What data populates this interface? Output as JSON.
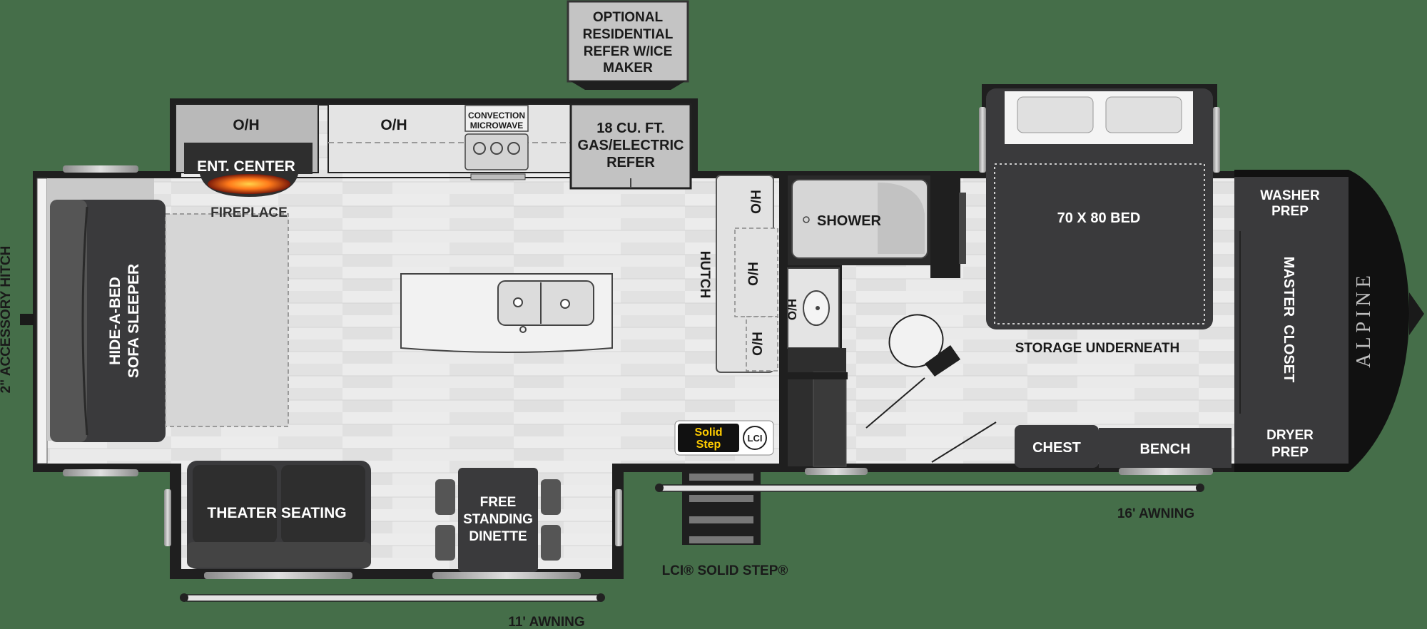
{
  "colors": {
    "background": "#456e49",
    "wall": "#1f1f1f",
    "floor": "#e6e6e6",
    "furniture_dark": "#3a3a3c",
    "cabinet": "#c8c8c8",
    "label_dark": "#1a1a1a",
    "label_light": "#ffffff"
  },
  "labels": {
    "optional_refer": [
      "OPTIONAL",
      "RESIDENTIAL",
      "REFER W/ICE",
      "MAKER"
    ],
    "oh": "O/H",
    "ent_center": "ENT. CENTER",
    "fireplace": "FIREPLACE",
    "convection_microwave": [
      "CONVECTION",
      "MICROWAVE"
    ],
    "refer": [
      "18 CU. FT.",
      "GAS/ELECTRIC",
      "REFER"
    ],
    "hutch": "HUTCH",
    "shower": "SHOWER",
    "bed": "70 X 80 BED",
    "storage_underneath": "STORAGE UNDERNEATH",
    "washer_prep": [
      "WASHER",
      "PREP"
    ],
    "master_closet": "MASTER  CLOSET",
    "dryer_prep": [
      "DRYER",
      "PREP"
    ],
    "sofa": [
      "HIDE-A-BED",
      "SOFA SLEEPER"
    ],
    "accessory_hitch": "2\" ACCESSORY HITCH",
    "theater_seating": "THEATER SEATING",
    "dinette": [
      "FREE",
      "STANDING",
      "DINETTE"
    ],
    "chest": "CHEST",
    "bench": "BENCH",
    "awning_16": "16' AWNING",
    "awning_11": "11' AWNING",
    "solid_step_label": "LCI® SOLID STEP®",
    "solid_step_logo": [
      "Solid",
      "Step"
    ],
    "lci_logo": "LCI",
    "brand": "ALPINE"
  }
}
